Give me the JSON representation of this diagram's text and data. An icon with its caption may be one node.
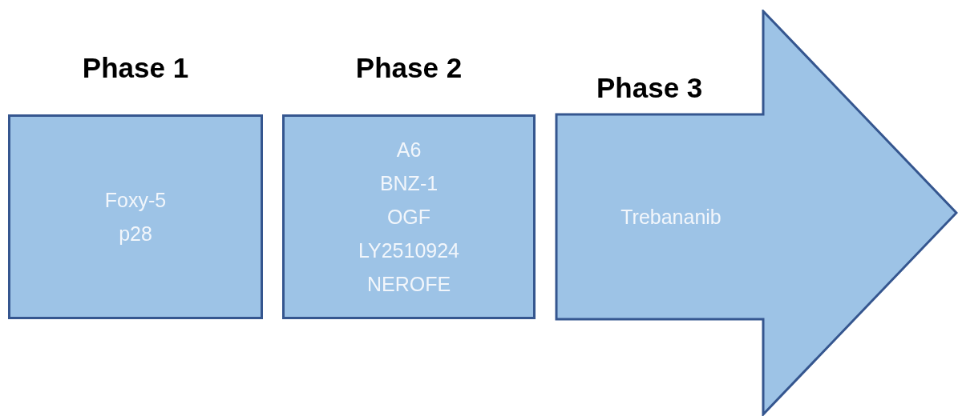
{
  "diagram": {
    "nodes": [
      {
        "text": [
          "Phase 1",
          "Foxy-5",
          "p28"
        ]
      },
      {
        "text": [
          "Phase 2",
          "A6",
          "BNZ-1",
          "OGF",
          "LY2510924",
          "NEROFE"
        ]
      },
      {
        "text": [
          "Phase 3",
          "Trebananib"
        ]
      }
    ]
  }
}
